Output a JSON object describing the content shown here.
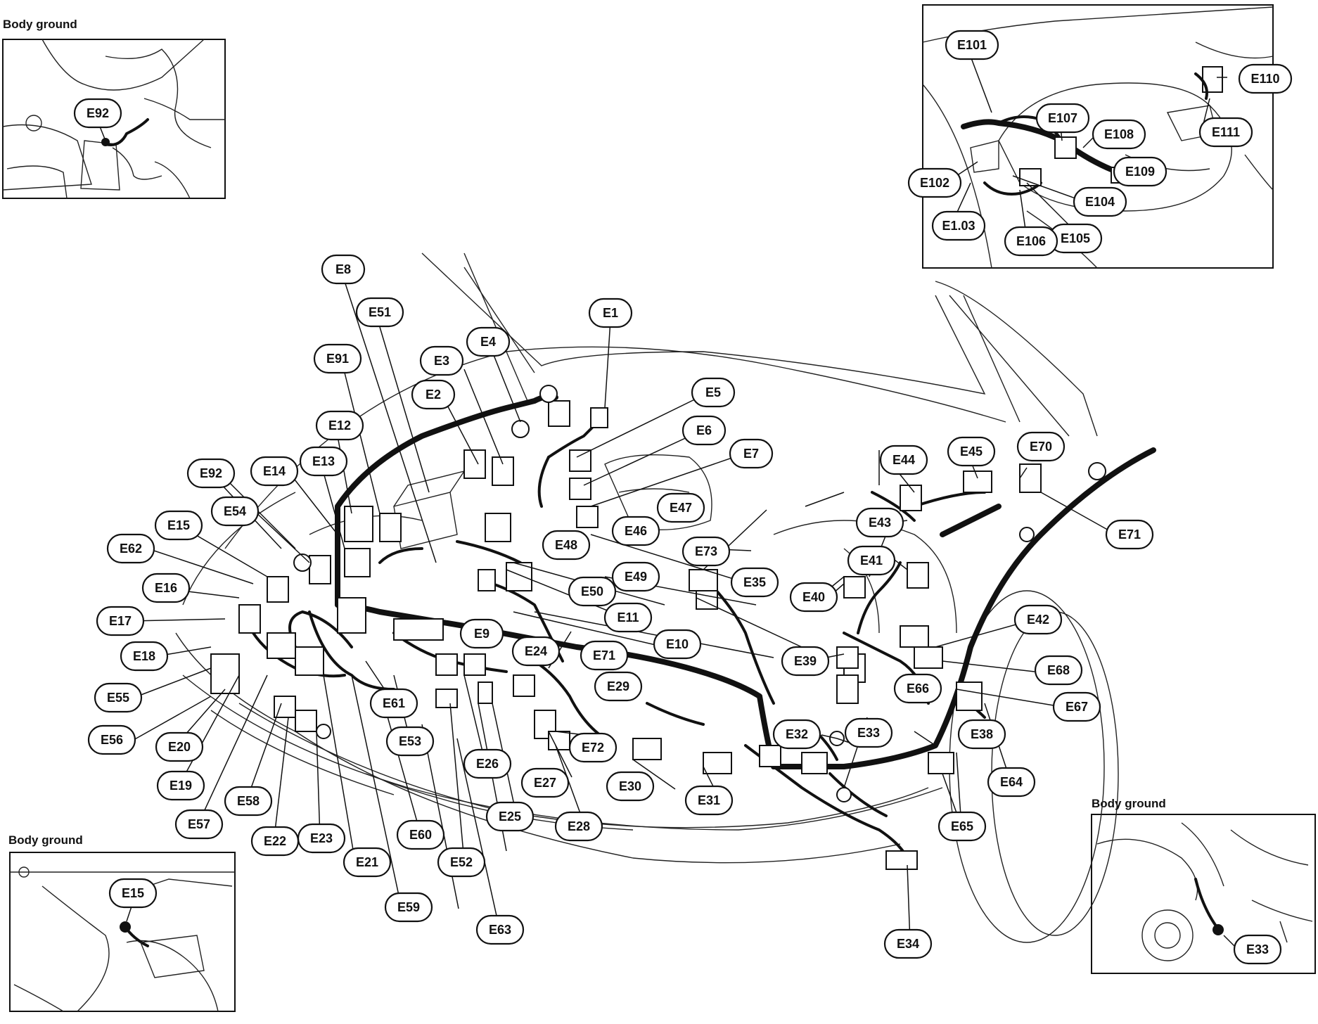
{
  "insets": {
    "top_left_caption": "Body ground",
    "bottom_left_caption": "Body ground",
    "bottom_right_caption": "Body ground"
  },
  "labels": {
    "E1": "E1",
    "E2": "E2",
    "E3": "E3",
    "E4": "E4",
    "E5": "E5",
    "E6": "E6",
    "E7": "E7",
    "E8": "E8",
    "E9": "E9",
    "E10": "E10",
    "E11": "E11",
    "E12": "E12",
    "E13": "E13",
    "E14": "E14",
    "E15": "E15",
    "E15b": "E15",
    "E16": "E16",
    "E17": "E17",
    "E18": "E18",
    "E19": "E19",
    "E20": "E20",
    "E21": "E21",
    "E22": "E22",
    "E23": "E23",
    "E24": "E24",
    "E25": "E25",
    "E26": "E26",
    "E27": "E27",
    "E28": "E28",
    "E29": "E29",
    "E30": "E30",
    "E31": "E31",
    "E32": "E32",
    "E33": "E33",
    "E33b": "E33",
    "E34": "E34",
    "E35": "E35",
    "E38": "E38",
    "E39": "E39",
    "E40": "E40",
    "E41": "E41",
    "E42": "E42",
    "E43": "E43",
    "E44": "E44",
    "E45": "E45",
    "E46": "E46",
    "E47": "E47",
    "E48": "E48",
    "E49": "E49",
    "E50": "E50",
    "E51": "E51",
    "E52": "E52",
    "E53": "E53",
    "E54": "E54",
    "E55": "E55",
    "E56": "E56",
    "E57": "E57",
    "E58": "E58",
    "E59": "E59",
    "E60": "E60",
    "E61": "E61",
    "E62": "E62",
    "E63": "E63",
    "E64": "E64",
    "E65": "E65",
    "E66": "E66",
    "E67": "E67",
    "E68": "E68",
    "E70": "E70",
    "E71": "E71",
    "E71b": "E71",
    "E72": "E72",
    "E73": "E73",
    "E91": "E91",
    "E92": "E92",
    "E92b": "E92",
    "E101": "E101",
    "E102": "E102",
    "E103": "E1.03",
    "E104": "E104",
    "E105": "E105",
    "E106": "E106",
    "E107": "E107",
    "E108": "E108",
    "E109": "E109",
    "E110": "E110",
    "E111": "E111"
  }
}
